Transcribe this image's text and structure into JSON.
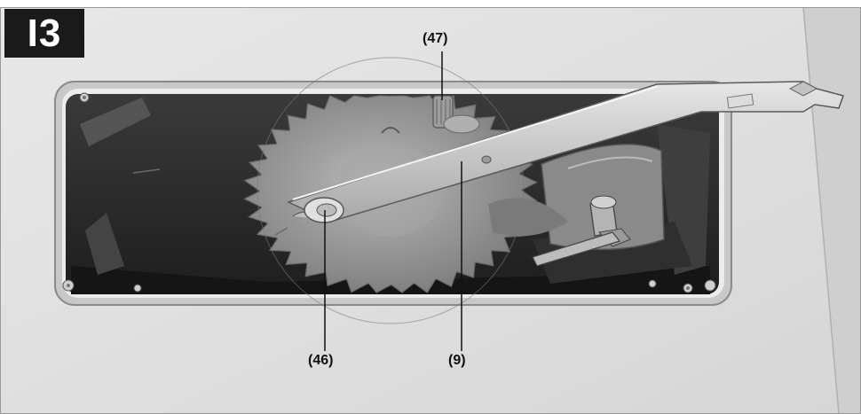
{
  "figure": {
    "badge": "I3",
    "callouts": {
      "c47": "(47)",
      "c46": "(46)",
      "c9": "(9)"
    }
  },
  "colors": {
    "table": "#e0e0e0",
    "cavity": "#2a2a2a",
    "blade": "#9a9a9a",
    "wrench": "#cfcfcf",
    "badge_bg": "#1a1a1a"
  },
  "icons": [
    "saw-blade",
    "wrench",
    "flange-screw",
    "spindle-lock",
    "clamping-lever"
  ]
}
